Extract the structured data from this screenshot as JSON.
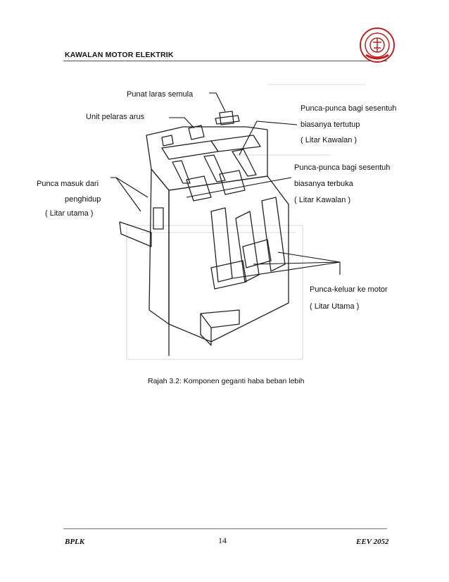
{
  "header": {
    "title": "KAWALAN MOTOR ELEKTRIK"
  },
  "figure": {
    "labels": {
      "reset_button": "Punat laras semula",
      "current_adjust": "Unit pelaras  arus",
      "nc_line1": "Punca-punca bagi sesentuh",
      "nc_line2": "biasanya tertutup",
      "nc_line3": "( Litar Kawalan )",
      "no_line1": "Punca-punca bagi sesentuh",
      "no_line2": "biasanya terbuka",
      "no_line3": "( Litar Kawalan )",
      "input_line1": "Punca masuk dari",
      "input_line2": "penghidup",
      "input_line3": "( Litar utama )",
      "output_line1": "Punca-keluar ke motor",
      "output_line2": "( Litar Utama )"
    },
    "caption": "Rajah 3.2: Komponen geganti haba beban lebih"
  },
  "footer": {
    "left": "BPLK",
    "page_number": "14",
    "right": "EEV 2052"
  }
}
